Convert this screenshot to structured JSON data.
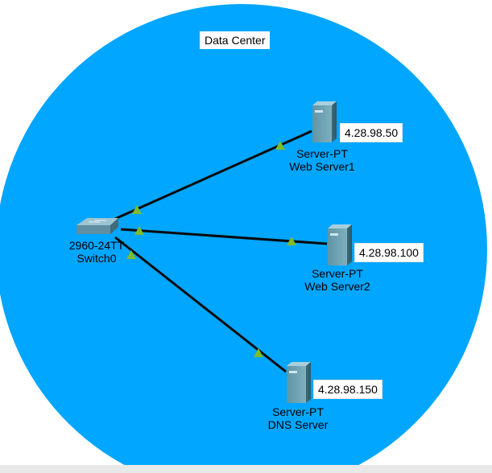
{
  "area": {
    "label": "Data Center",
    "fill_color": "#00a6ff"
  },
  "link_color": "#0a0a0a",
  "port_status_color": "#7dbb2e",
  "devices": {
    "switch0": {
      "model": "2960-24TT",
      "name": "Switch0",
      "icon": "switch-icon"
    },
    "web_server1": {
      "model": "Server-PT",
      "name": "Web Server1",
      "ip": "4.28.98.50",
      "icon": "server-icon"
    },
    "web_server2": {
      "model": "Server-PT",
      "name": "Web Server2",
      "ip": "4.28.98.100",
      "icon": "server-icon"
    },
    "dns_server": {
      "model": "Server-PT",
      "name": "DNS Server",
      "ip": "4.28.98.150",
      "icon": "server-icon"
    }
  },
  "links": [
    {
      "from": "switch0",
      "to": "web_server1",
      "status": "up"
    },
    {
      "from": "switch0",
      "to": "web_server2",
      "status": "up"
    },
    {
      "from": "switch0",
      "to": "dns_server",
      "status": "up"
    }
  ]
}
